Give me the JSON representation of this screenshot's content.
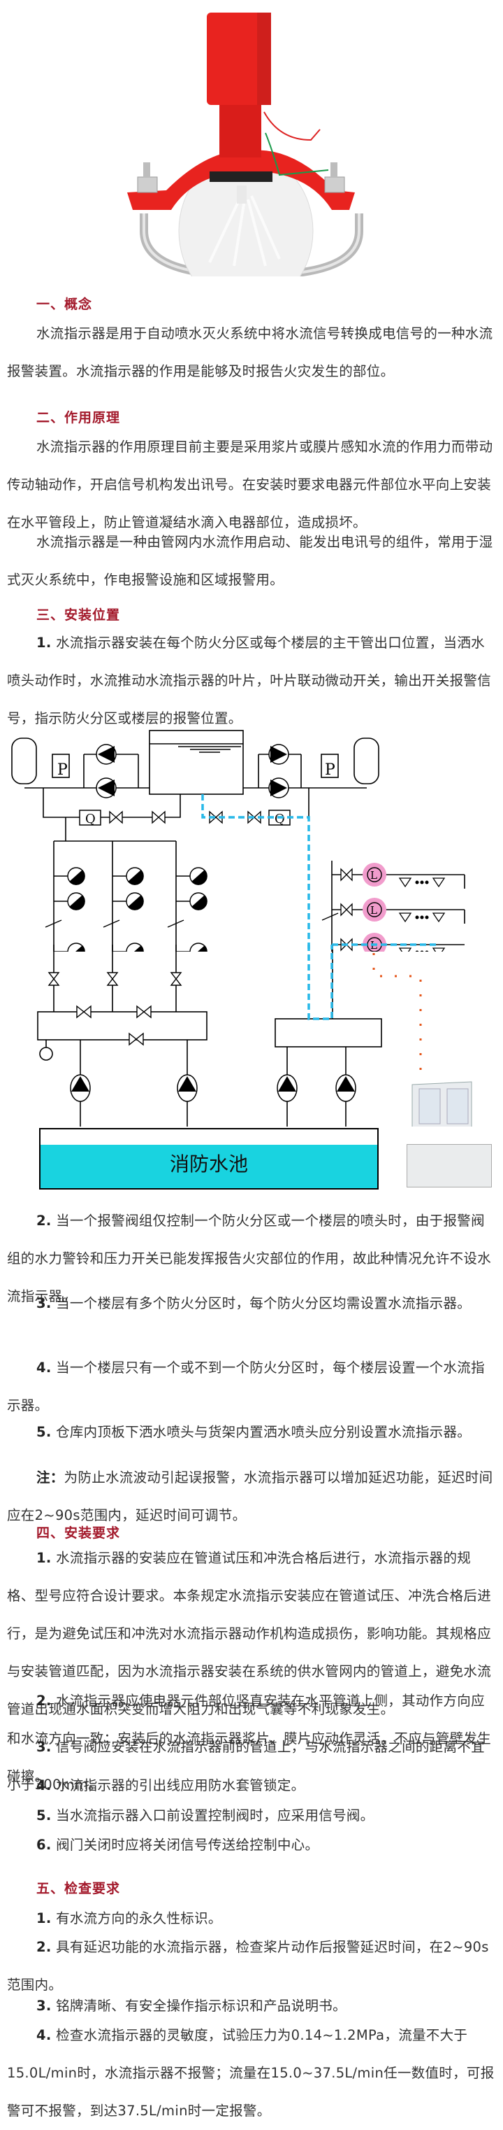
{
  "product_photo": {
    "alt": "水流指示器产品图",
    "body_color": "#e8231f",
    "paddle_color": "#f2f2f2"
  },
  "sections": [
    {
      "title": "一、概念",
      "paragraphs": [
        {
          "text": "水流指示器是用于自动喷水灭火系统中将水流信号转换成电信号的一种水流报警装置。水流指示器的作用是能够及时报告火灾发生的部位。"
        }
      ]
    },
    {
      "title": "二、作用原理",
      "paragraphs": [
        {
          "text": "水流指示器的作用原理目前主要是采用浆片或膜片感知水流的作用力而带动传动轴动作，开启信号机构发出讯号。在安装时要求电器元件部位水平向上安装在水平管段上，防止管道凝结水滴入电器部位，造成损坏。"
        },
        {
          "text": "水流指示器是一种由管网内水流作用启动、能发出电讯号的组件，常用于湿式灭火系统中，作电报警设施和区域报警用。"
        }
      ]
    },
    {
      "title": "三、安装位置",
      "paragraphs": [
        {
          "num": "1.",
          "text": " 水流指示器安装在每个防火分区或每个楼层的主干管出口位置，当洒水喷头动作时，水流推动水流指示器的叶片，叶片联动微动开关，输出开关报警信号，指示防火分区或楼层的报警位置。"
        },
        {
          "num": "2.",
          "text": " 当一个报警阀组仅控制一个防火分区或一个楼层的喷头时，由于报警阀组的水力警铃和压力开关已能发挥报告火灾部位的作用，故此种情况允许不设水流指示器。"
        },
        {
          "num": "3.",
          "text": " 当一个楼层有多个防火分区时，每个防火分区均需设置水流指示器。"
        },
        {
          "num": "4.",
          "text": " 当一个楼层只有一个或不到一个防火分区时，每个楼层设置一个水流指示器。"
        },
        {
          "num": "5.",
          "text": " 仓库内顶板下洒水喷头与货架内置洒水喷头应分别设置水流指示器。"
        },
        {
          "num": "注：",
          "text": "为防止水流波动引起误报警，水流指示器可以增加延迟功能，延迟时间应在2~90s范围内，延迟时间可调节。"
        }
      ]
    },
    {
      "title": "四、安装要求",
      "paragraphs": [
        {
          "num": "1.",
          "text": " 水流指示器的安装应在管道试压和冲洗合格后进行，水流指示器的规格、型号应符合设计要求。本条规定水流指示安装应在管道试压、冲洗合格后进行，是为避免试压和冲洗对水流指示器动作机构造成损伤，影响功能。其规格应与安装管道匹配，因为水流指示器安装在系统的供水管网内的管道上，避免水流管道出现通水面积突变而增大阻力和出现气囊等不利现象发生。"
        },
        {
          "num": "2.",
          "text": " 水流指示器应使电器元件部位竖直安装在水平管道上侧，其动作方向应和水流方向一致；安装后的水流指示器浆片、膜片应动作灵活，不应与管壁发生碰擦。"
        },
        {
          "num": "3.",
          "text": " 信号阀应安装在水流指示器前的管道上，与水流指示器之间的距离不宜小于300mm。"
        },
        {
          "num": "4.",
          "text": " 水流指示器的引出线应用防水套管锁定。"
        },
        {
          "num": "5.",
          "text": " 当水流指示器入口前设置控制阀时，应采用信号阀。"
        },
        {
          "num": "6.",
          "text": " 阀门关闭时应将关闭信号传送给控制中心。"
        }
      ]
    },
    {
      "title": "五、检查要求",
      "paragraphs": [
        {
          "num": "1.",
          "text": " 有水流方向的永久性标识。"
        },
        {
          "num": "2.",
          "text": " 具有延迟功能的水流指示器，检查桨片动作后报警延迟时间，在2~90s范围内。"
        },
        {
          "num": "3.",
          "text": " 铭牌清晰、有安全操作指示标识和产品说明书。"
        },
        {
          "num": "4.",
          "text": " 检查水流指示器的灵敏度，试验压力为0.14~1.2MPa，流量不大于15.0L/min时，水流指示器不报警；流量在15.0~37.5L/min任一数值时，可报警可不报警，到达37.5L/min时一定报警。"
        }
      ]
    }
  ],
  "diagram": {
    "pool_label": "消防水池",
    "pressure_label": "P",
    "flow_label": "Q",
    "indicator_label": "L",
    "colors": {
      "water": "#19d3e0",
      "signal_path": "#27b8e8",
      "indicator": "#f19ccc",
      "alarm_path": "#e5561a"
    }
  }
}
